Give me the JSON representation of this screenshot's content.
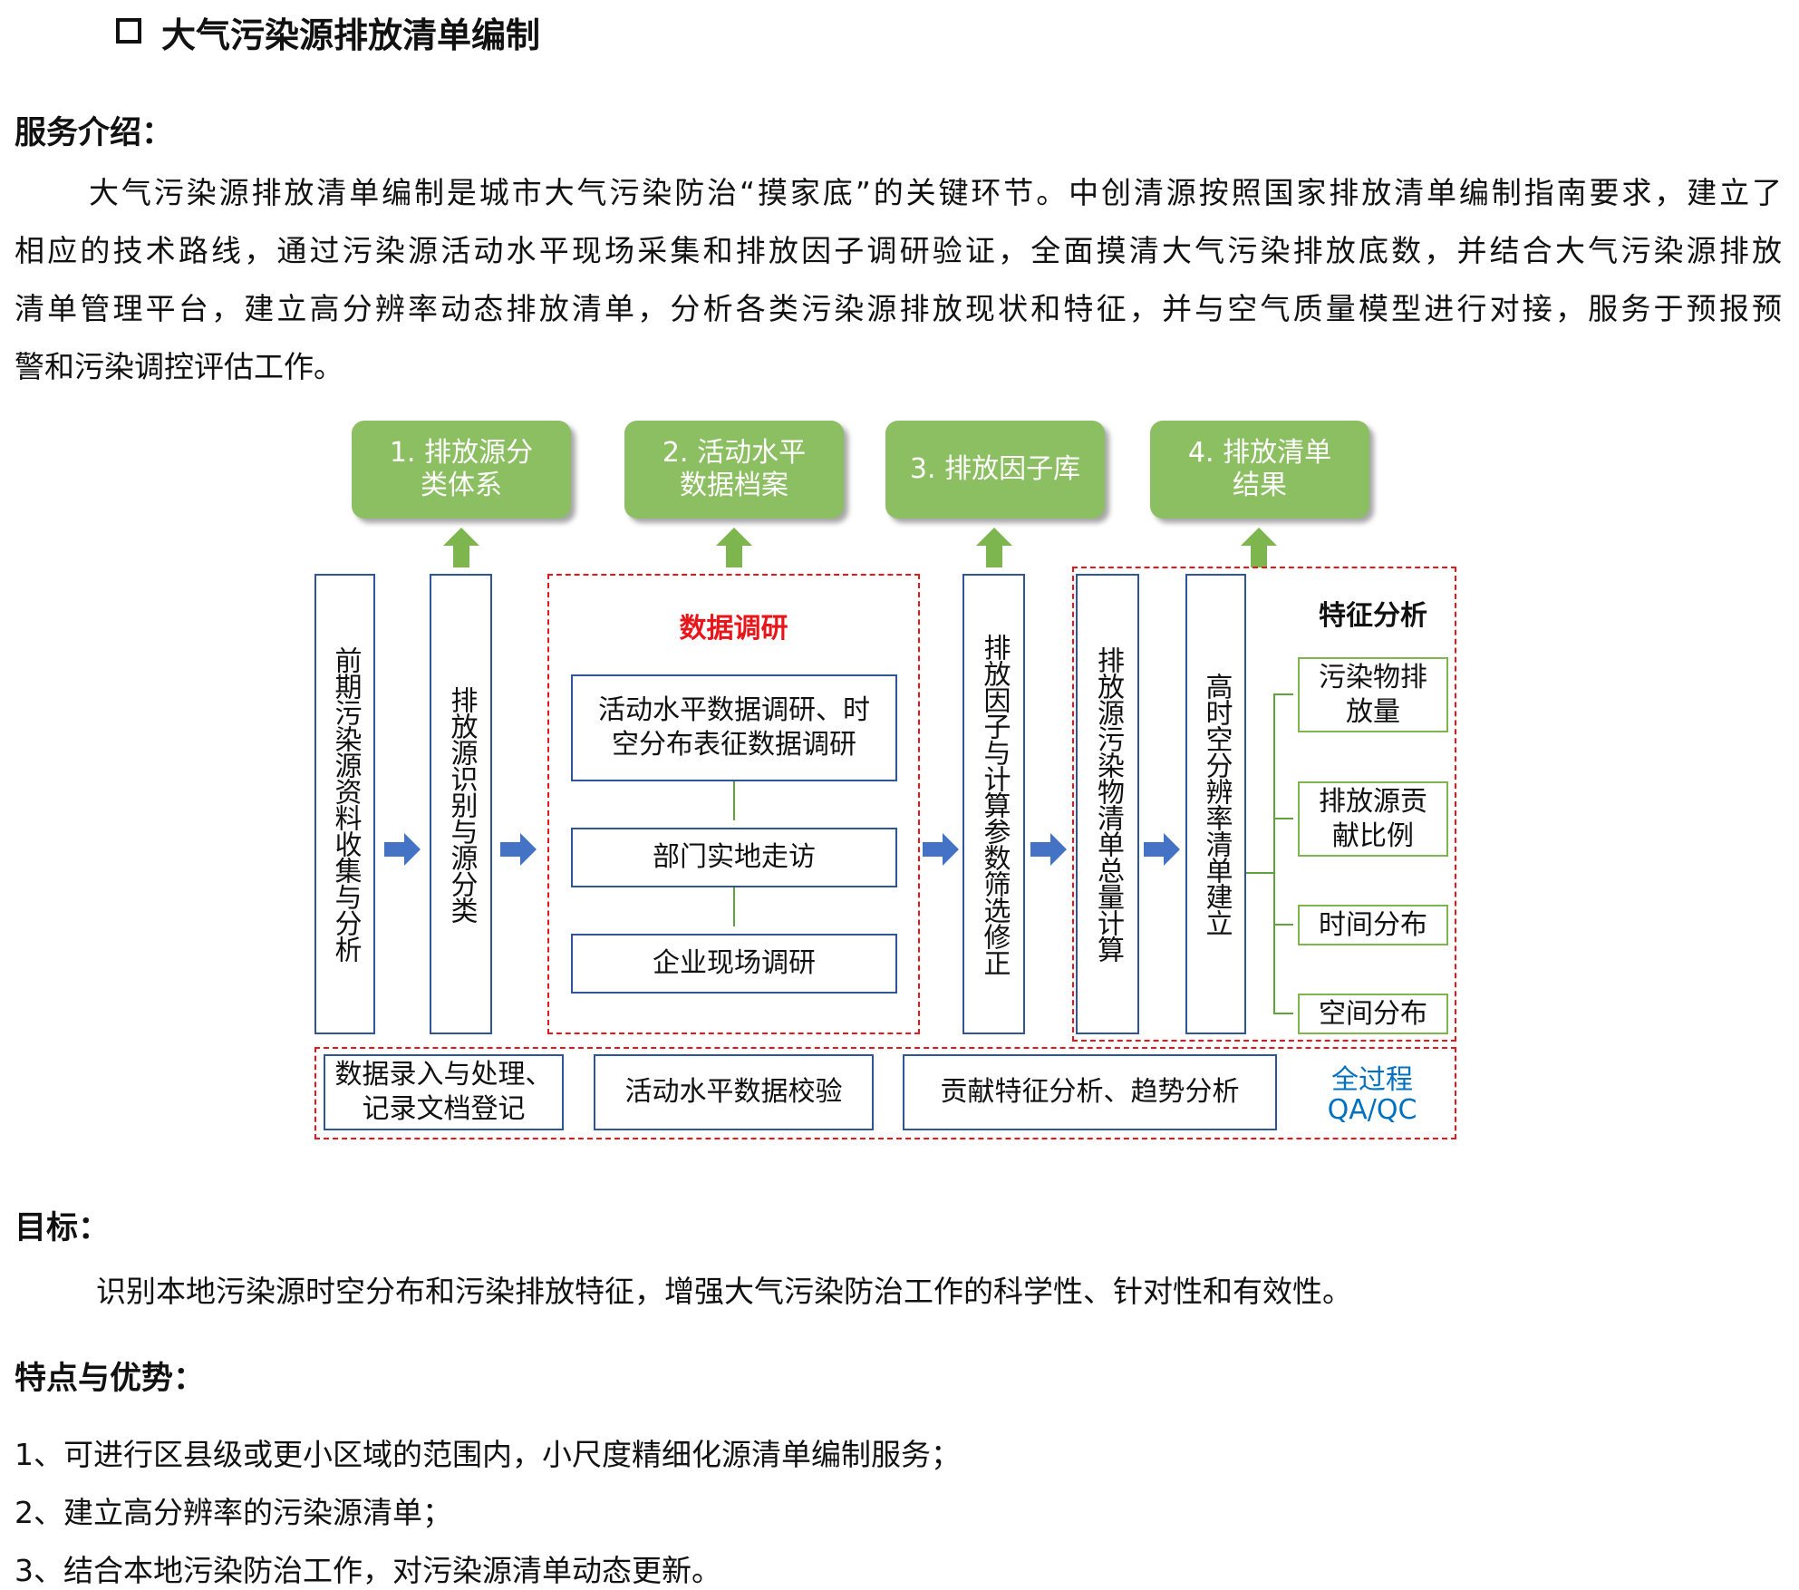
{
  "title": "大气污染源排放清单编制",
  "intro": {
    "heading": "服务介绍：",
    "lines": [
      "大气污染源排放清单编制是城市大气污染防治“摸家底”的关键环节。中创清源按照国家排放清单编制指南要求，建立了",
      "相应的技术路线，通过污染源活动水平现场采集和排放因子调研验证，全面摸清大气污染排放底数，并结合大气污染源排放",
      "清单管理平台，建立高分辨率动态排放清单，分析各类污染源排放现状和特征，并与空气质量模型进行对接，服务于预报预",
      "警和污染调控评估工作。"
    ]
  },
  "diagram": {
    "outputs": [
      "1. 排放源分类体系",
      "2. 活动水平数据档案",
      "3. 排放因子库",
      "4. 排放清单结果"
    ],
    "steps": [
      "前期污染源资料收集与分析",
      "排放源识别与源分类",
      "排放因子与计算参数筛选修正",
      "排放源污染物清单总量计算",
      "高时空分辨率清单建立"
    ],
    "survey": {
      "title": "数据调研",
      "items": [
        "活动水平数据调研、时空分布表征数据调研",
        "部门实地走访",
        "企业现场调研"
      ]
    },
    "feature": {
      "title": "特征分析",
      "items": [
        "污染物排放量",
        "排放源贡献比例",
        "时间分布",
        "空间分布"
      ]
    },
    "qa": {
      "items": [
        "数据录入与处理、记录文档登记",
        "活动水平数据校验",
        "贡献特征分析、趋势分析"
      ],
      "label1": "全过程",
      "label2": "QA/QC"
    }
  },
  "goal": {
    "heading": "目标：",
    "text": "识别本地污染源时空分布和污染排放特征，增强大气污染防治工作的科学性、针对性和有效性。"
  },
  "features": {
    "heading": "特点与优势：",
    "items": [
      "1、可进行区县级或更小区域的范围内，小尺度精细化源清单编制服务；",
      "2、建立高分辨率的污染源清单；",
      "3、结合本地污染防治工作，对污染源清单动态更新。"
    ]
  }
}
